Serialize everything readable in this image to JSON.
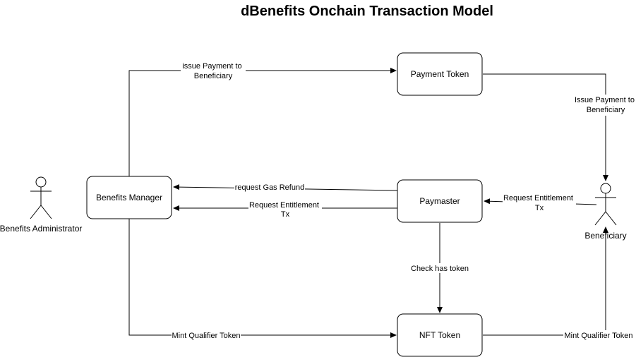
{
  "title": "dBenefits Onchain Transaction Model",
  "nodes": {
    "benefits_manager": "Benefits Manager",
    "payment_token": "Payment Token",
    "paymaster": "Paymaster",
    "nft_token": "NFT Token"
  },
  "actors": {
    "administrator": "Benefits Administrator",
    "beneficiary": "Beneficiary"
  },
  "edges": {
    "issue_payment_a": [
      "issue Payment to",
      "Beneficiary"
    ],
    "issue_payment_b": [
      "Issue Payment to",
      "Beneficiary"
    ],
    "request_gas_refund": "request Gas Refund",
    "request_entitlement_a": [
      "Request Entitlement",
      "Tx"
    ],
    "request_entitlement_b": [
      "Request Entitlement",
      "Tx"
    ],
    "check_has_token": "Check has token",
    "mint_qualifier_a": "Mint Qualifier Token",
    "mint_qualifier_b": "Mint Qualifier Token"
  }
}
